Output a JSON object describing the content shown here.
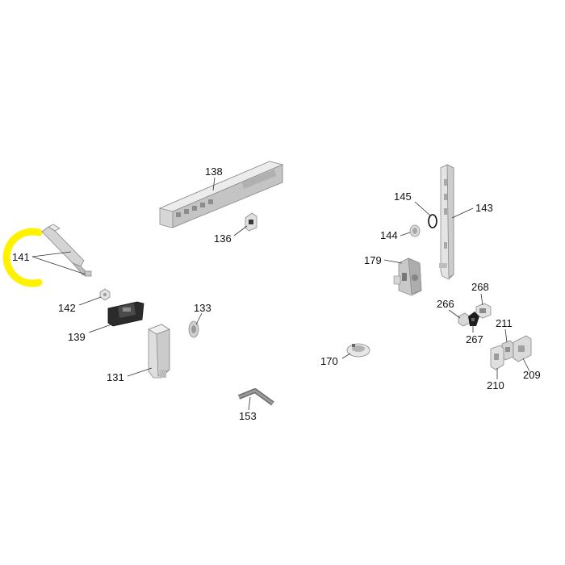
{
  "highlight_color": "#FFF200",
  "labels": {
    "p131": "131",
    "p133": "133",
    "p136": "136",
    "p138": "138",
    "p139": "139",
    "p141": "141",
    "p142": "142",
    "p143": "143",
    "p144": "144",
    "p145": "145",
    "p153": "153",
    "p170": "170",
    "p179": "179",
    "p209": "209",
    "p210": "210",
    "p211": "211",
    "p266": "266",
    "p267": "267",
    "p268": "268"
  }
}
